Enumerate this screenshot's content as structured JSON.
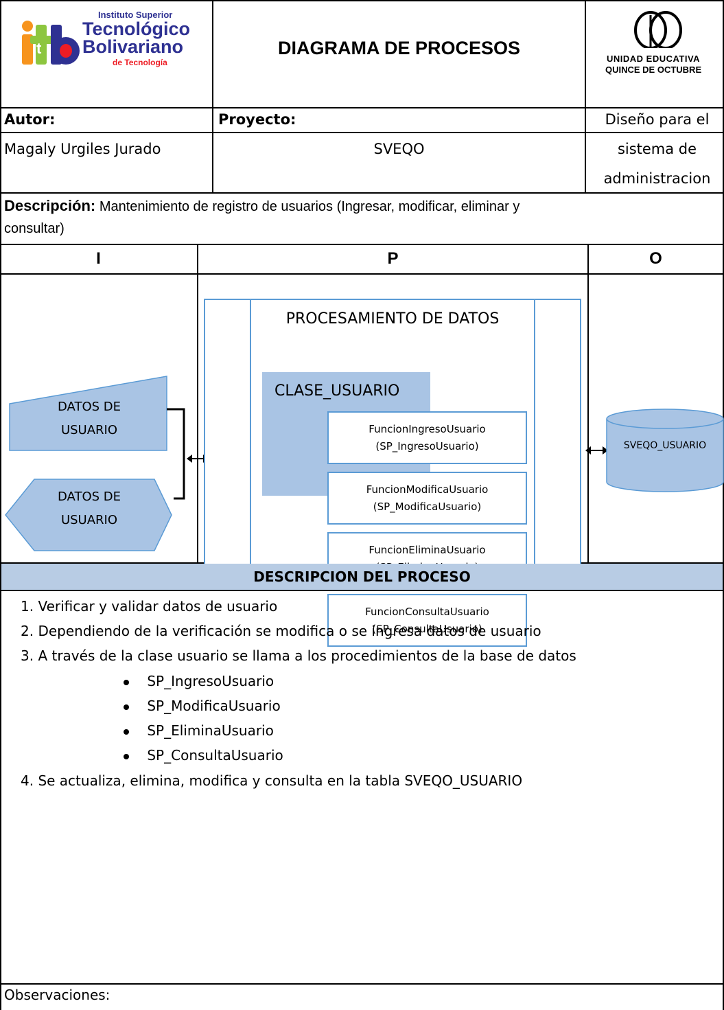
{
  "header": {
    "logo_left": {
      "line1": "Instituto Superior",
      "line2": "Tecnológico",
      "line3": "Bolivariano",
      "line4": "de Tecnología"
    },
    "title": "DIAGRAMA DE PROCESOS",
    "logo_right": {
      "line1": "UNIDAD EDUCATIVA",
      "line2": "QUINCE DE OCTUBRE"
    }
  },
  "info": {
    "author_label": "Autor:",
    "author_value": "Magaly Urgiles Jurado",
    "project_label": "Proyecto:",
    "project_value": "SVEQO",
    "design_line1": "Diseño para el",
    "design_line2": "sistema de",
    "design_line3": "administracion"
  },
  "description": {
    "label": "Descripción:",
    "text_line1": " Mantenimiento de registro de usuarios (Ingresar, modificar, eliminar y",
    "text_line2": "consultar)"
  },
  "ipo": {
    "i": "I",
    "p": "P",
    "o": "O"
  },
  "diagram": {
    "input_top_line1": "DATOS DE",
    "input_top_line2": "USUARIO",
    "input_bottom_line1": "DATOS DE",
    "input_bottom_line2": "USUARIO",
    "process_title": "PROCESAMIENTO DE DATOS",
    "class_title": "CLASE_USUARIO",
    "functions": [
      {
        "name": "FuncionIngresoUsuario",
        "sp": "(SP_IngresoUsuario)"
      },
      {
        "name": "FuncionModificaUsuario",
        "sp": "(SP_ModificaUsuario)"
      },
      {
        "name": "FuncionEliminaUsuario",
        "sp": "(SP_EliminaUsuario)"
      },
      {
        "name": "FuncionConsultaUsuario",
        "sp": "(SP_ConsultaUsuario)"
      }
    ],
    "database": "SVEQO_USUARIO",
    "colors": {
      "border_blue": "#5b9bd5",
      "fill_blue": "#a9c4e4"
    }
  },
  "process_description": {
    "header": "DESCRIPCION DEL PROCESO",
    "steps": [
      "1.  Verificar y validar datos de usuario",
      "2.  Dependiendo de la verificación se modifica o se ingresa datos de usuario",
      "3.  A través de la clase usuario se llama a los procedimientos de la base de datos"
    ],
    "bullets": [
      "SP_IngresoUsuario",
      "SP_ModificaUsuario",
      "SP_EliminaUsuario",
      "SP_ConsultaUsuario"
    ],
    "step4": "4.  Se actualiza, elimina, modifica y consulta en la tabla SVEQO_USUARIO"
  },
  "observations_label": "Observaciones:"
}
